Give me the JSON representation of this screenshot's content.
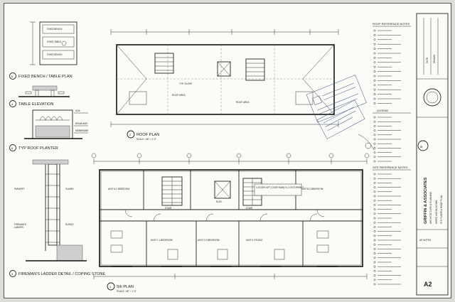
{
  "drawings": {
    "fixed_bench": "FIXED BENCH / TABLE PLAN",
    "table_elevation": "TABLE ELEVATION",
    "roof_planter": "TYP ROOF PLANTER",
    "roof_plan": "ROOF PLAN",
    "fifth_floor_plan": "5th PLAN",
    "firemans_ladder": "FIREMAN'S LADDER DETAIL / COPING STONE"
  },
  "numbers": {
    "fixed_bench": "5",
    "table_elevation": "4",
    "roof_planter": "6",
    "roof_plan": "2",
    "fifth_floor_plan": "1",
    "firemans_ladder": "3"
  },
  "scale_note": "SCALE: 1/8\" = 1'-0\"",
  "notes": {
    "roof_header": "ROOF REFERENCE NOTES",
    "legend_header": "LEGEND",
    "site_header": "SITE REFERENCE NOTES"
  },
  "plan_labels": {
    "occupancy": "4-STORY APT (OVER B&M) R-2 OCCUPANCY",
    "unit_a": "UNIT A 1 BEDROOM",
    "unit_b": "UNIT B 2 BEDROOM",
    "unit_c": "UNIT C 1 BEDROOM",
    "unit_d": "UNIT D 2 BEDROOM",
    "unit_e": "UNIT E STUDIO",
    "stair": "STAIR",
    "elev": "ELEV."
  },
  "title_block": {
    "firm": "GRIFFIN & ASSOCIATES",
    "firm_sub": "ARCHITECTURE & PLANNING",
    "project": "MIXED USE BUILDING",
    "sheet_title": "5TH FLOOR & ROOF PLAN",
    "sheet_number": "A2",
    "scale": "AS NOTED",
    "date_label": "DATE",
    "drawn_label": "DRAWN"
  },
  "colors": {
    "ink": "#222222",
    "paper": "#fbfbf8",
    "border": "#555555"
  }
}
